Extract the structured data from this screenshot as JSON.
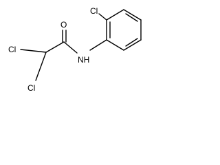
{
  "structure": {
    "atoms": [
      {
        "id": "cl_top",
        "text": "Cl"
      },
      {
        "id": "cl_left",
        "text": "Cl"
      },
      {
        "id": "cl_bottom",
        "text": "Cl"
      },
      {
        "id": "oxygen",
        "text": "O"
      },
      {
        "id": "amide_nh",
        "text": "NH"
      }
    ],
    "colors": {
      "bond": "#000000",
      "label": "#000000",
      "background": "#ffffff"
    }
  }
}
